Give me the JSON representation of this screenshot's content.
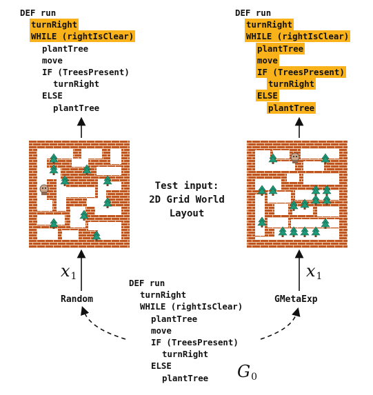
{
  "program_left": {
    "lines": [
      {
        "text": "DEF run",
        "indent": 0,
        "highlight": false
      },
      {
        "text": "turnRight",
        "indent": 1,
        "highlight": true
      },
      {
        "text": "WHILE (rightIsClear)",
        "indent": 1,
        "highlight": true
      },
      {
        "text": "plantTree",
        "indent": 2,
        "highlight": false
      },
      {
        "text": "move",
        "indent": 2,
        "highlight": false
      },
      {
        "text": "IF (TreesPresent)",
        "indent": 2,
        "highlight": false
      },
      {
        "text": "turnRight",
        "indent": 3,
        "highlight": false
      },
      {
        "text": "ELSE",
        "indent": 2,
        "highlight": false
      },
      {
        "text": "plantTree",
        "indent": 3,
        "highlight": false
      }
    ]
  },
  "program_right": {
    "lines": [
      {
        "text": "DEF run",
        "indent": 0,
        "highlight": false
      },
      {
        "text": "turnRight",
        "indent": 1,
        "highlight": true
      },
      {
        "text": "WHILE (rightIsClear)",
        "indent": 1,
        "highlight": true
      },
      {
        "text": "plantTree",
        "indent": 2,
        "highlight": true
      },
      {
        "text": "move",
        "indent": 2,
        "highlight": true
      },
      {
        "text": "IF (TreesPresent)",
        "indent": 2,
        "highlight": true
      },
      {
        "text": "turnRight",
        "indent": 3,
        "highlight": true
      },
      {
        "text": "ELSE",
        "indent": 2,
        "highlight": true
      },
      {
        "text": "plantTree",
        "indent": 3,
        "highlight": true
      }
    ]
  },
  "program_bottom": {
    "lines": [
      {
        "text": "DEF run",
        "indent": 0,
        "highlight": false
      },
      {
        "text": "turnRight",
        "indent": 1,
        "highlight": false
      },
      {
        "text": "WHILE (rightIsClear)",
        "indent": 1,
        "highlight": false
      },
      {
        "text": "plantTree",
        "indent": 2,
        "highlight": false
      },
      {
        "text": "move",
        "indent": 2,
        "highlight": false
      },
      {
        "text": "IF (TreesPresent)",
        "indent": 2,
        "highlight": false
      },
      {
        "text": "turnRight",
        "indent": 3,
        "highlight": false
      },
      {
        "text": "ELSE",
        "indent": 2,
        "highlight": false
      },
      {
        "text": "plantTree",
        "indent": 3,
        "highlight": false
      }
    ]
  },
  "test_input_caption": [
    "Test input:",
    "2D Grid World",
    "Layout"
  ],
  "left_label": "Random",
  "right_label": "GMetaExp",
  "input_symbol": "x",
  "input_subscript": "1",
  "program_symbol": "G",
  "program_subscript": "0",
  "colors": {
    "highlight": "#f9b21a",
    "brick": "#c0541f",
    "mortar": "#ead3bf",
    "tree": "#1f9a78",
    "text": "#111111"
  },
  "icons": {
    "tree": "tree-icon",
    "agent": "agent-icon",
    "wall": "brick-wall"
  }
}
